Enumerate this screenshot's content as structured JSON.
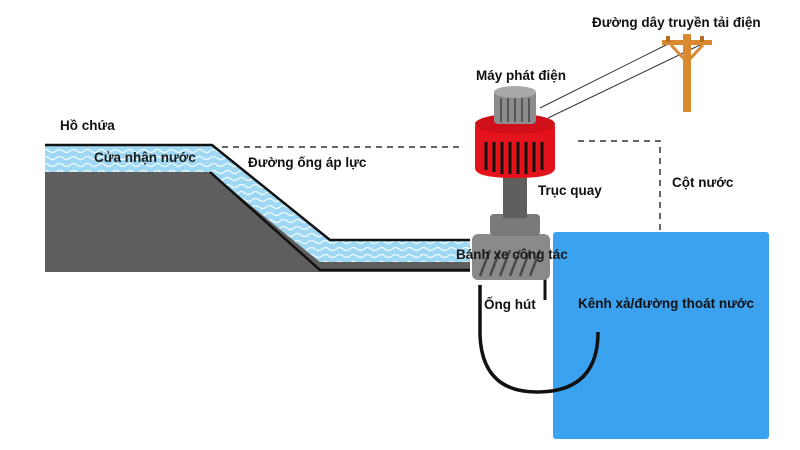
{
  "labels": {
    "reservoir": "Hồ chứa",
    "intake": "Cửa nhận nước",
    "penstock": "Đường ống áp lực",
    "generator": "Máy phát điện",
    "power_line": "Đường dây truyền tải điện",
    "shaft": "Trục quay",
    "head": "Cột nước",
    "turbine": "Bánh xe công tác",
    "draft_tube": "Ống hút",
    "tailrace": "Kênh xả/đường thoát nước"
  },
  "colors": {
    "water": "#9fd8f2",
    "water_wave": "#e8f7ff",
    "ground": "#5e5e5e",
    "generator_red": "#e3121b",
    "generator_top": "#8c8c8c",
    "shaft": "#5f5f5f",
    "turbine_housing": "#8a8a8a",
    "tailrace_blue": "#3aa2ef",
    "pole": "#d9892f"
  }
}
